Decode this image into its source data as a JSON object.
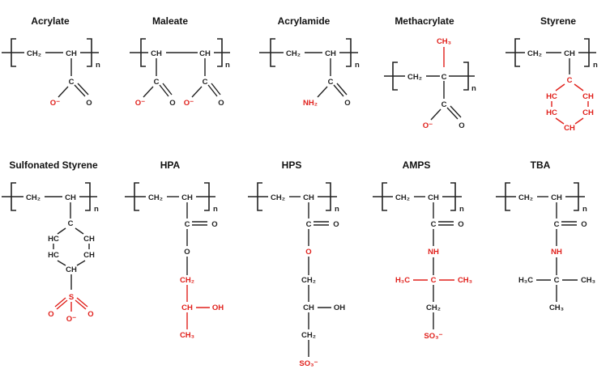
{
  "titles": {
    "acrylate": "Acrylate",
    "maleate": "Maleate",
    "acrylamide": "Acrylamide",
    "methacrylate": "Methacrylate",
    "styrene": "Styrene",
    "sulfonated_styrene": "Sulfonated Styrene",
    "hpa": "HPA",
    "hps": "HPS",
    "amps": "AMPS",
    "tba": "TBA"
  },
  "atoms": {
    "ch2": "CH₂",
    "ch": "CH",
    "c": "C",
    "n": "n",
    "o": "O",
    "o_minus": "O⁻",
    "nh2": "NH₂",
    "ch3": "CH₃",
    "hc": "HC",
    "s": "S",
    "oh": "OH",
    "nh": "NH",
    "h3c": "H₃C",
    "so3": "SO₃⁻"
  },
  "colors": {
    "black": "#222222",
    "red": "#e0201b"
  }
}
